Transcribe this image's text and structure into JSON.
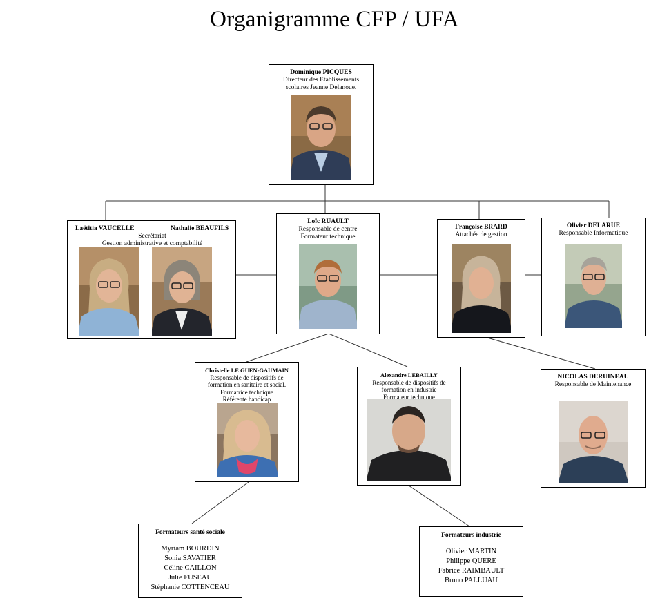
{
  "title": "Organigramme CFP / UFA",
  "people": {
    "picques": {
      "name": "Dominique PICQUES",
      "role1": "Directeur des Etablissements",
      "role2": "scolaires Jeanne Delanoue."
    },
    "vaucelle": {
      "name": "Laëtitia VAUCELLE"
    },
    "beaufils": {
      "name": "Nathalie BEAUFILS"
    },
    "secretariat": {
      "role1": "Secrétariat",
      "role2": "Gestion administrative et comptabilité"
    },
    "rualt": {
      "name": "Loïc RUAULT",
      "role1": "Responsable de centre",
      "role2": "Formateur technique"
    },
    "brard": {
      "name": "Françoise BRARD",
      "role1": "Attachée de gestion"
    },
    "delarue": {
      "name": "Olivier DELARUE",
      "role1": "Responsable Informatique"
    },
    "leguen": {
      "name": "Christelle LE GUEN-GAUMAIN",
      "role1": "Responsable de dispositifs de",
      "role2": "formation en sanitaire et social.",
      "role3": "Formatrice technique",
      "role4": "Référente handicap"
    },
    "lebailly": {
      "name": "Alexandre LEBAILLY",
      "role1": "Responsable de dispositifs de",
      "role2": "formation en industrie",
      "role3": "Formateur technique"
    },
    "deruineau": {
      "name": "NICOLAS DERUINEAU",
      "role1": "Responsable de Maintenance"
    }
  },
  "groups": {
    "sante": {
      "header": "Formateurs santé sociale",
      "members": [
        "Myriam BOURDIN",
        "Sonia SAVATIER",
        "Céline CAILLON",
        "Julie FUSEAU",
        "Stéphanie COTTENCEAU"
      ]
    },
    "industrie": {
      "header": "Formateurs industrie",
      "members": [
        "Olivier MARTIN",
        "Philippe QUERE",
        "Fabrice RAIMBAULT",
        "Bruno PALLUAU"
      ]
    }
  },
  "colors": {
    "border": "#000000",
    "line": "#333333"
  }
}
